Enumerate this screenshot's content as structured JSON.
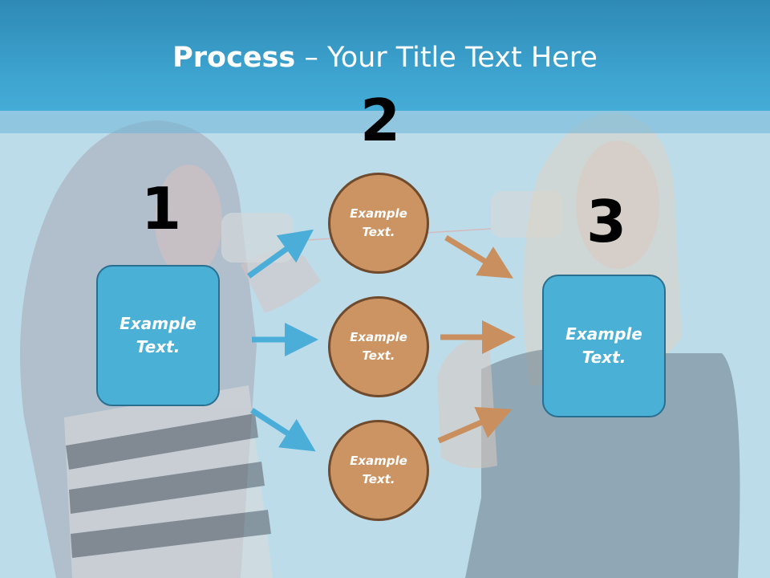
{
  "title": {
    "bold": "Process",
    "rest": " – Your Title Text Here"
  },
  "steps": {
    "one": "1",
    "two": "2",
    "three": "3"
  },
  "left_box": {
    "text": "Example Text."
  },
  "right_box": {
    "text": "Example Text."
  },
  "circles": [
    {
      "text": "Example Text."
    },
    {
      "text": "Example Text."
    },
    {
      "text": "Example Text."
    }
  ],
  "colors": {
    "header": "#3ea4d0",
    "box_fill": "#4ab0d6",
    "circle_fill": "#cc9462",
    "blue_arrow": "#4aaed8",
    "orange_arrow": "#c98f5e"
  }
}
